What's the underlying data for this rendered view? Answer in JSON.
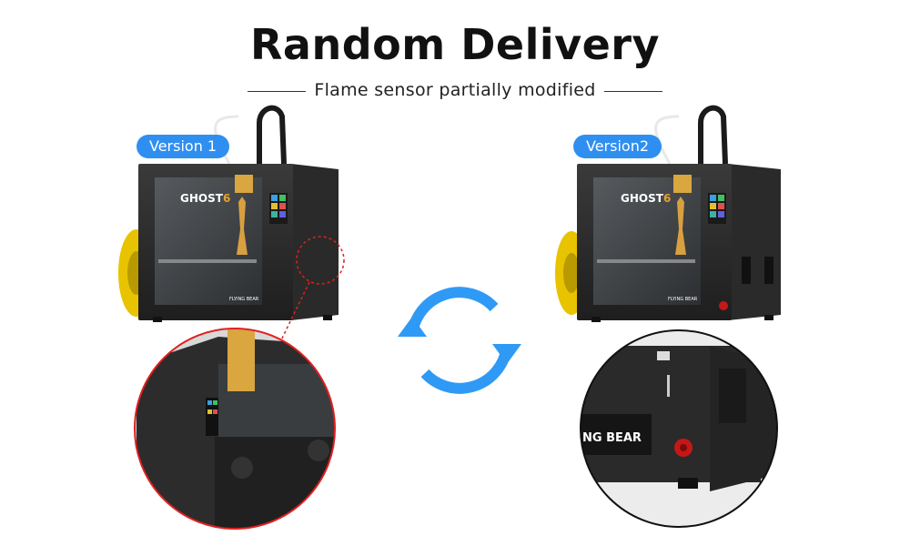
{
  "title": "Random Delivery",
  "subtitle": "Flame sensor partially modified",
  "versions": [
    {
      "label": "Version 1",
      "brand": "GHOST6",
      "maker": "FLYING BEAR"
    },
    {
      "label": "Version2",
      "brand": "GHOST6",
      "maker": "FLYING BEAR"
    }
  ],
  "zoom_right_text": "NG BEAR",
  "colors": {
    "pill": "#2f8ff0",
    "arrows": "#2f9af5",
    "callout": "#e02020",
    "filament": "#e8c300"
  },
  "icons": [
    "refresh-icon"
  ]
}
